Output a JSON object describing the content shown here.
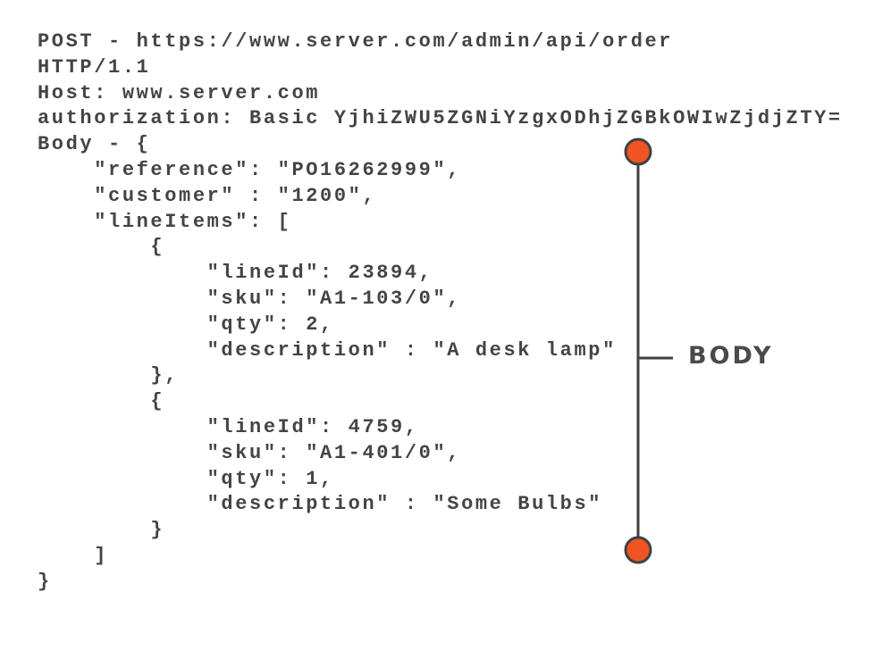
{
  "code_lines": [
    "POST - https://www.server.com/admin/api/order",
    "HTTP/1.1",
    "Host: www.server.com",
    "authorization: Basic YjhiZWU5ZGNiYzgxODhjZGBkOWIwZjdjZTY=",
    "Body - {",
    "    \"reference\": \"PO16262999\",",
    "    \"customer\" : \"1200\",",
    "    \"lineItems\": [",
    "        {",
    "            \"lineId\": 23894,",
    "            \"sku\": \"A1-103/0\",",
    "            \"qty\": 2,",
    "            \"description\" : \"A desk lamp\"",
    "        },",
    "        {",
    "            \"lineId\": 4759,",
    "            \"sku\": \"A1-401/0\",",
    "            \"qty\": 1,",
    "            \"description\" : \"Some Bulbs\"",
    "        }",
    "    ]",
    "}"
  ],
  "annotation": {
    "label": "BODY"
  },
  "colors": {
    "text": "#444444",
    "accent": "#f05423",
    "line": "#3f4144"
  }
}
